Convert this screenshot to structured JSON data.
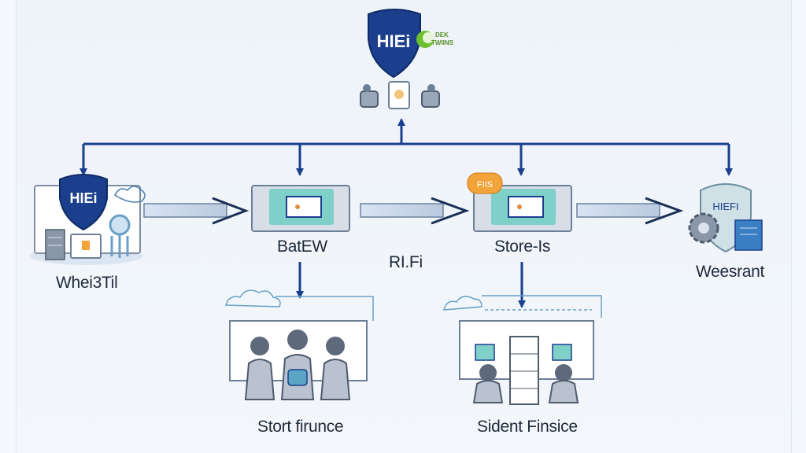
{
  "top_logo": {
    "shield_text": "HIEi",
    "badge_line1": "DEK",
    "badge_line2": "TWIINS"
  },
  "nodes": {
    "left": {
      "shield_text": "HIEi",
      "label": "Whei3Til"
    },
    "middle": {
      "label": "BatEW"
    },
    "between": {
      "label": "RI.Fi"
    },
    "store": {
      "label": "Store-Is",
      "badge_text": "FIIS"
    },
    "right": {
      "shield_text": "HIEFI",
      "label": "Weesrant"
    }
  },
  "bottom": {
    "left": {
      "label": "Stort firunce"
    },
    "right": {
      "label": "Sident Finsice"
    }
  },
  "colors": {
    "line": "#1a3f8f",
    "shield": "#1b3f8c",
    "accent_green": "#6cbf2e",
    "screen_teal": "#7fd0c8",
    "badge_orange": "#f2a43a"
  }
}
